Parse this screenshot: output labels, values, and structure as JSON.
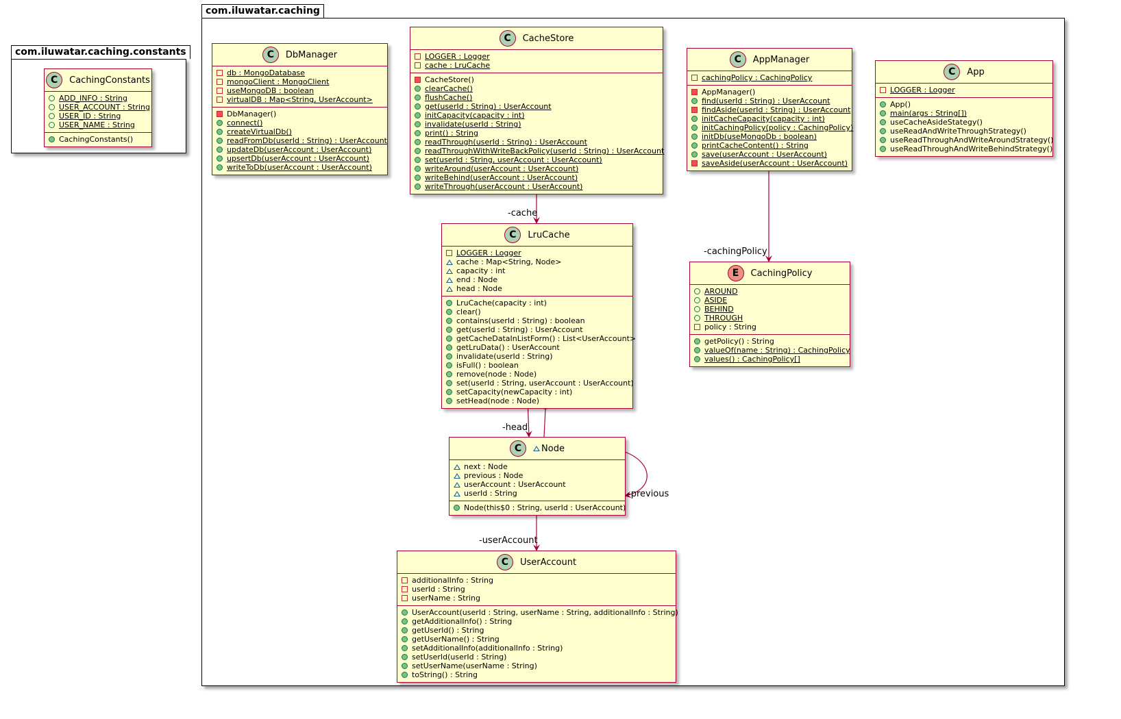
{
  "packages": {
    "constants": {
      "title": "com.iluwatar.caching.constants"
    },
    "caching": {
      "title": "com.iluwatar.caching"
    }
  },
  "colors": {
    "class_fill": "#FEFECE",
    "class_border": "#A80036",
    "class_badge": "#ADD1B2",
    "enum_badge": "#EB937F"
  },
  "classes": {
    "CachingConstants": {
      "kind": "class",
      "name": "CachingConstants",
      "fields": [
        {
          "vis": "public",
          "static": true,
          "text": "ADD_INFO : String"
        },
        {
          "vis": "public",
          "static": true,
          "text": "USER_ACCOUNT : String"
        },
        {
          "vis": "public",
          "static": true,
          "text": "USER_ID : String"
        },
        {
          "vis": "public",
          "static": true,
          "text": "USER_NAME : String"
        }
      ],
      "methods": [
        {
          "vis": "public",
          "static": false,
          "text": "CachingConstants()"
        }
      ]
    },
    "DbManager": {
      "kind": "class",
      "name": "DbManager",
      "fields": [
        {
          "vis": "private",
          "static": true,
          "text": "db : MongoDatabase"
        },
        {
          "vis": "private",
          "static": true,
          "text": "mongoClient : MongoClient"
        },
        {
          "vis": "private",
          "static": true,
          "text": "useMongoDB : boolean"
        },
        {
          "vis": "private",
          "static": true,
          "text": "virtualDB : Map<String, UserAccount>"
        }
      ],
      "methods": [
        {
          "vis": "private",
          "static": false,
          "text": "DbManager()"
        },
        {
          "vis": "public",
          "static": true,
          "text": "connect()"
        },
        {
          "vis": "public",
          "static": true,
          "text": "createVirtualDb()"
        },
        {
          "vis": "public",
          "static": true,
          "text": "readFromDb(userId : String) : UserAccount"
        },
        {
          "vis": "public",
          "static": true,
          "text": "updateDb(userAccount : UserAccount)"
        },
        {
          "vis": "public",
          "static": true,
          "text": "upsertDb(userAccount : UserAccount)"
        },
        {
          "vis": "public",
          "static": true,
          "text": "writeToDb(userAccount : UserAccount)"
        }
      ]
    },
    "CacheStore": {
      "kind": "class",
      "name": "CacheStore",
      "fields": [
        {
          "vis": "private",
          "static": true,
          "text": "LOGGER : Logger"
        },
        {
          "vis": "private",
          "static": true,
          "text": "cache : LruCache"
        }
      ],
      "methods": [
        {
          "vis": "private",
          "static": false,
          "text": "CacheStore()"
        },
        {
          "vis": "public",
          "static": true,
          "text": "clearCache()"
        },
        {
          "vis": "public",
          "static": true,
          "text": "flushCache()"
        },
        {
          "vis": "public",
          "static": true,
          "text": "get(userId : String) : UserAccount"
        },
        {
          "vis": "public",
          "static": true,
          "text": "initCapacity(capacity : int)"
        },
        {
          "vis": "public",
          "static": true,
          "text": "invalidate(userId : String)"
        },
        {
          "vis": "public",
          "static": true,
          "text": "print() : String"
        },
        {
          "vis": "public",
          "static": true,
          "text": "readThrough(userId : String) : UserAccount"
        },
        {
          "vis": "public",
          "static": true,
          "text": "readThroughWithWriteBackPolicy(userId : String) : UserAccount"
        },
        {
          "vis": "public",
          "static": true,
          "text": "set(userId : String, userAccount : UserAccount)"
        },
        {
          "vis": "public",
          "static": true,
          "text": "writeAround(userAccount : UserAccount)"
        },
        {
          "vis": "public",
          "static": true,
          "text": "writeBehind(userAccount : UserAccount)"
        },
        {
          "vis": "public",
          "static": true,
          "text": "writeThrough(userAccount : UserAccount)"
        }
      ]
    },
    "AppManager": {
      "kind": "class",
      "name": "AppManager",
      "fields": [
        {
          "vis": "private",
          "static": true,
          "text": "cachingPolicy : CachingPolicy"
        }
      ],
      "methods": [
        {
          "vis": "private",
          "static": false,
          "text": "AppManager()"
        },
        {
          "vis": "public",
          "static": true,
          "text": "find(userId : String) : UserAccount"
        },
        {
          "vis": "private",
          "static": true,
          "text": "findAside(userId : String) : UserAccount"
        },
        {
          "vis": "public",
          "static": true,
          "text": "initCacheCapacity(capacity : int)"
        },
        {
          "vis": "public",
          "static": true,
          "text": "initCachingPolicy(policy : CachingPolicy)"
        },
        {
          "vis": "public",
          "static": true,
          "text": "initDb(useMongoDb : boolean)"
        },
        {
          "vis": "public",
          "static": true,
          "text": "printCacheContent() : String"
        },
        {
          "vis": "public",
          "static": true,
          "text": "save(userAccount : UserAccount)"
        },
        {
          "vis": "private",
          "static": true,
          "text": "saveAside(userAccount : UserAccount)"
        }
      ]
    },
    "App": {
      "kind": "class",
      "name": "App",
      "fields": [
        {
          "vis": "private",
          "static": true,
          "text": "LOGGER : Logger"
        }
      ],
      "methods": [
        {
          "vis": "public",
          "static": false,
          "text": "App()"
        },
        {
          "vis": "public",
          "static": true,
          "text": "main(args : String[])"
        },
        {
          "vis": "public",
          "static": false,
          "text": "useCacheAsideStategy()"
        },
        {
          "vis": "public",
          "static": false,
          "text": "useReadAndWriteThroughStrategy()"
        },
        {
          "vis": "public",
          "static": false,
          "text": "useReadThroughAndWriteAroundStrategy()"
        },
        {
          "vis": "public",
          "static": false,
          "text": "useReadThroughAndWriteBehindStrategy()"
        }
      ]
    },
    "LruCache": {
      "kind": "class",
      "name": "LruCache",
      "fields": [
        {
          "vis": "private",
          "static": true,
          "text": "LOGGER : Logger"
        },
        {
          "vis": "package",
          "static": false,
          "text": "cache : Map<String, Node>"
        },
        {
          "vis": "package",
          "static": false,
          "text": "capacity : int"
        },
        {
          "vis": "package",
          "static": false,
          "text": "end : Node"
        },
        {
          "vis": "package",
          "static": false,
          "text": "head : Node"
        }
      ],
      "methods": [
        {
          "vis": "public",
          "static": false,
          "text": "LruCache(capacity : int)"
        },
        {
          "vis": "public",
          "static": false,
          "text": "clear()"
        },
        {
          "vis": "public",
          "static": false,
          "text": "contains(userId : String) : boolean"
        },
        {
          "vis": "public",
          "static": false,
          "text": "get(userId : String) : UserAccount"
        },
        {
          "vis": "public",
          "static": false,
          "text": "getCacheDataInListForm() : List<UserAccount>"
        },
        {
          "vis": "public",
          "static": false,
          "text": "getLruData() : UserAccount"
        },
        {
          "vis": "public",
          "static": false,
          "text": "invalidate(userId : String)"
        },
        {
          "vis": "public",
          "static": false,
          "text": "isFull() : boolean"
        },
        {
          "vis": "public",
          "static": false,
          "text": "remove(node : Node)"
        },
        {
          "vis": "public",
          "static": false,
          "text": "set(userId : String, userAccount : UserAccount)"
        },
        {
          "vis": "public",
          "static": false,
          "text": "setCapacity(newCapacity : int)"
        },
        {
          "vis": "public",
          "static": false,
          "text": "setHead(node : Node)"
        }
      ]
    },
    "CachingPolicy": {
      "kind": "enum",
      "name": "CachingPolicy",
      "fields": [
        {
          "vis": "public",
          "static": true,
          "text": "AROUND"
        },
        {
          "vis": "public",
          "static": true,
          "text": "ASIDE"
        },
        {
          "vis": "public",
          "static": true,
          "text": "BEHIND"
        },
        {
          "vis": "public",
          "static": true,
          "text": "THROUGH"
        },
        {
          "vis": "private",
          "static": false,
          "text": "policy : String"
        }
      ],
      "methods": [
        {
          "vis": "public",
          "static": false,
          "text": "getPolicy() : String"
        },
        {
          "vis": "public",
          "static": true,
          "text": "valueOf(name : String) : CachingPolicy"
        },
        {
          "vis": "public",
          "static": true,
          "text": "values() : CachingPolicy[]"
        }
      ]
    },
    "Node": {
      "kind": "class",
      "name": "Node",
      "package_private": true,
      "fields": [
        {
          "vis": "package",
          "static": false,
          "text": "next : Node"
        },
        {
          "vis": "package",
          "static": false,
          "text": "previous : Node"
        },
        {
          "vis": "package",
          "static": false,
          "text": "userAccount : UserAccount"
        },
        {
          "vis": "package",
          "static": false,
          "text": "userId : String"
        }
      ],
      "methods": [
        {
          "vis": "public",
          "static": false,
          "text": "Node(this$0 : String, userId : UserAccount)"
        }
      ]
    },
    "UserAccount": {
      "kind": "class",
      "name": "UserAccount",
      "fields": [
        {
          "vis": "private",
          "static": false,
          "text": "additionalInfo : String"
        },
        {
          "vis": "private",
          "static": false,
          "text": "userId : String"
        },
        {
          "vis": "private",
          "static": false,
          "text": "userName : String"
        }
      ],
      "methods": [
        {
          "vis": "public",
          "static": false,
          "text": "UserAccount(userId : String, userName : String, additionalInfo : String)"
        },
        {
          "vis": "public",
          "static": false,
          "text": "getAdditionalInfo() : String"
        },
        {
          "vis": "public",
          "static": false,
          "text": "getUserId() : String"
        },
        {
          "vis": "public",
          "static": false,
          "text": "getUserName() : String"
        },
        {
          "vis": "public",
          "static": false,
          "text": "setAdditionalInfo(additionalInfo : String)"
        },
        {
          "vis": "public",
          "static": false,
          "text": "setUserId(userId : String)"
        },
        {
          "vis": "public",
          "static": false,
          "text": "setUserName(userName : String)"
        },
        {
          "vis": "public",
          "static": false,
          "text": "toString() : String"
        }
      ]
    }
  },
  "relations": {
    "cache": {
      "from": "CacheStore",
      "to": "LruCache",
      "label": "-cache"
    },
    "cachingPolicy": {
      "from": "AppManager",
      "to": "CachingPolicy",
      "label": "-cachingPolicy"
    },
    "head": {
      "from": "LruCache",
      "to": "Node",
      "label": "-head"
    },
    "nested": {
      "from": "Node",
      "to": "LruCache",
      "label": ""
    },
    "previous": {
      "from": "Node",
      "to": "Node",
      "label": "-previous"
    },
    "userAccount": {
      "from": "Node",
      "to": "UserAccount",
      "label": "-userAccount"
    }
  }
}
